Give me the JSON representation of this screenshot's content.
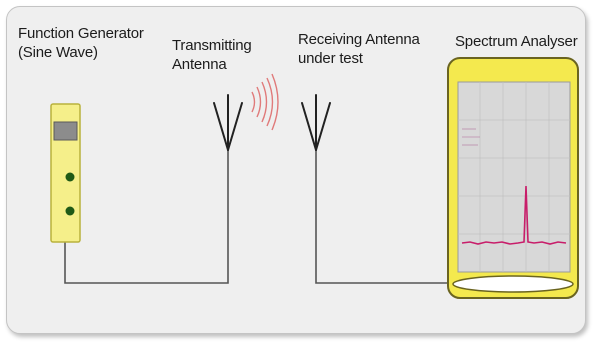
{
  "labels": {
    "function_generator": [
      "Function Generator",
      "(Sine Wave)"
    ],
    "transmitting_antenna": [
      "Transmitting",
      "Antenna"
    ],
    "receiving_antenna": [
      "Receiving Antenna",
      "under test"
    ],
    "spectrum_analyser": [
      "Spectrum Analyser"
    ]
  },
  "screen": {
    "readout": [
      "",
      ""
    ]
  },
  "icons": {
    "generator": "function-generator-icon",
    "tx_antenna": "antenna-icon",
    "rx_antenna": "antenna-icon",
    "waves": "radio-waves-icon",
    "analyser": "spectrum-analyser-icon"
  },
  "colors": {
    "panel": "#efefef",
    "device_body": "#f5ef8a",
    "device_border": "#b9b23c",
    "knob": "#1f5a16",
    "analyser_frame": "#f4e94e",
    "trace": "#c81d6a",
    "waves": "#e07a7a",
    "wire": "#555555"
  }
}
